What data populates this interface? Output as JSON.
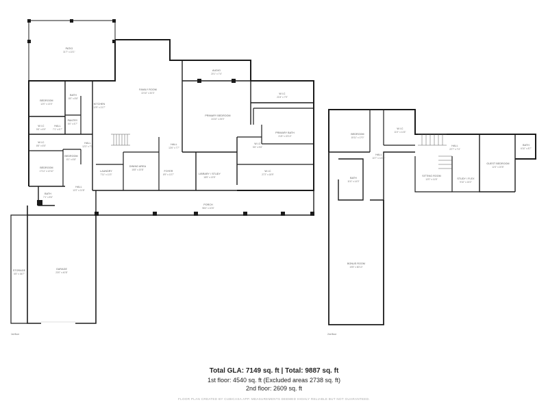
{
  "rooms_floor1": [
    {
      "name": "PATIO",
      "dims": "31'7\" x 22'1\""
    },
    {
      "name": "FAMILY ROOM",
      "dims": "22'10\" x 30'3\""
    },
    {
      "name": "AUDIO",
      "dims": "20'1\" x 7'4\""
    },
    {
      "name": "W.I.C",
      "dims": "21'8\" x 7'9\""
    },
    {
      "name": "BEDROOM",
      "dims": "12'0\" x 13'0\""
    },
    {
      "name": "BATH",
      "dims": "8'0\" x 8'8\""
    },
    {
      "name": "KITCHEN",
      "dims": "12'9\" x 21'7\""
    },
    {
      "name": "PRIMARY BEDROOM",
      "dims": "24'10\" x 25'0\""
    },
    {
      "name": "PANTRY",
      "dims": "5'0\" x 5'7\""
    },
    {
      "name": "W.I.C",
      "dims": "5'6\" x 6'9\""
    },
    {
      "name": "HALL",
      "dims": "7'1\" x 6'7\""
    },
    {
      "name": "PRIMARY BATH",
      "dims": "21'8\" x 22'10\""
    },
    {
      "name": "HALL",
      "dims": "12'3\" x 7'3\""
    },
    {
      "name": "W.I.C",
      "dims": "8'6\" x 6'5\""
    },
    {
      "name": "HALL",
      "dims": "12'6\" x 7'7\""
    },
    {
      "name": "W.I.C",
      "dims": "5'6\" x 5'8\""
    },
    {
      "name": "BEDROOM",
      "dims": "8'1\" x 6'8\""
    },
    {
      "name": "BEDROOM",
      "dims": "17'11\" x 12'10\""
    },
    {
      "name": "LAUNDRY",
      "dims": "7'11\" x 11'3\""
    },
    {
      "name": "DINING AREA",
      "dims": "15'8\" x 20'8\""
    },
    {
      "name": "FOYER",
      "dims": "8'9\" x 13'7\""
    },
    {
      "name": "LIBRARY / STUDY",
      "dims": "18'5\" x 13'5\""
    },
    {
      "name": "W.I.C",
      "dims": "27'2\" x 18'9\""
    },
    {
      "name": "HALL",
      "dims": "12'2\" x 21'8\""
    },
    {
      "name": "BATH",
      "dims": "7'1\" x 8'6\""
    },
    {
      "name": "PORCH",
      "dims": "98'4\" x 10'6\""
    },
    {
      "name": "STORAGE",
      "dims": "5'8\" x 36'7\""
    },
    {
      "name": "GARAGE",
      "dims": "23'0\" x 40'8\""
    }
  ],
  "rooms_floor2": [
    {
      "name": "BEDROOM",
      "dims": "15'11\" x 17'0\""
    },
    {
      "name": "W.I.C",
      "dims": "11'0\" x 11'6\""
    },
    {
      "name": "HALL",
      "dims": "22'7\" x 7'4\""
    },
    {
      "name": "BATH",
      "dims": "6'10\" x 8'7\""
    },
    {
      "name": "HALL",
      "dims": "10'7\" x 14'11\""
    },
    {
      "name": "GUEST BEDROOM",
      "dims": "12'4\" x 20'6\""
    },
    {
      "name": "SITTING ROOM",
      "dims": "12'0\" x 11'6\""
    },
    {
      "name": "STUDY / FLEX",
      "dims": "9'10\" x 15'2\""
    },
    {
      "name": "BATH",
      "dims": "11'6\" x 14'0\""
    },
    {
      "name": "BONUS ROOM",
      "dims": "19'8\" x 60'10\""
    }
  ],
  "floor_labels": {
    "first": "1st floor",
    "second": "2nd floor"
  },
  "summary": {
    "line1": "Total GLA: 7149 sq. ft | Total: 9887 sq. ft",
    "line2": "1st floor: 4540 sq. ft (Excluded areas 2738 sq. ft)",
    "line3": "2nd floor: 2609 sq. ft"
  },
  "disclaimer": "FLOOR PLAN CREATED BY CUBICASA APP. MEASUREMENTS DEEMED HIGHLY RELIABLE BUT NOT GUARANTEED."
}
